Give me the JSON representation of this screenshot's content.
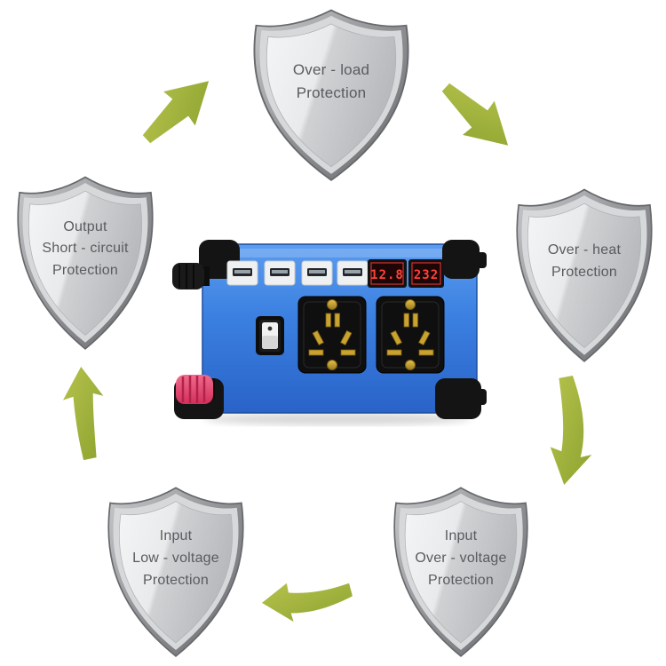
{
  "shields": {
    "top": {
      "lines": [
        "Over - load",
        "Protection"
      ]
    },
    "right": {
      "lines": [
        "Over - heat",
        "Protection"
      ]
    },
    "left": {
      "lines": [
        "Output",
        "Short - circuit",
        "Protection"
      ]
    },
    "bottom_left": {
      "lines": [
        "Input",
        "Low - voltage",
        "Protection"
      ]
    },
    "bottom_right": {
      "lines": [
        "Input",
        "Over - voltage",
        "Protection"
      ]
    }
  },
  "device": {
    "displays": {
      "dc_voltage": "12.8",
      "ac_voltage": "232"
    }
  },
  "colors": {
    "arrow_green_light": "#b6c24d",
    "arrow_green_dark": "#8da32f",
    "body_blue": "#3a7fe0",
    "led_red": "#ff423a",
    "knob_pink": "#e8487a",
    "brass": "#c9a22f",
    "shield_silver": "#c9cbcd"
  }
}
